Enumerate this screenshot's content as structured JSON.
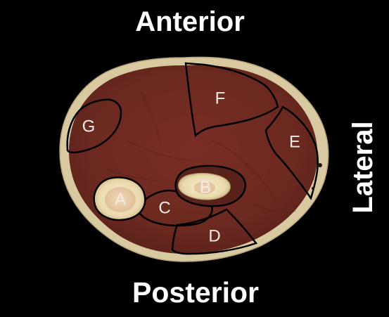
{
  "orientation": {
    "anterior": "Anterior",
    "posterior": "Posterior",
    "lateral": "Lateral"
  },
  "regions": {
    "a": "A",
    "b": "B",
    "c": "C",
    "d": "D",
    "e": "E",
    "f": "F",
    "g": "G"
  },
  "colors": {
    "background": "#000000",
    "skin": "#d9c9a0",
    "muscle": "#6e2a22",
    "bone": "#efe2be",
    "outline": "#000000",
    "text": "#ffffff"
  }
}
